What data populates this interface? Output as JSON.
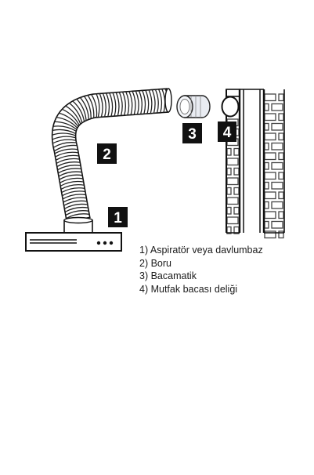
{
  "numbers": {
    "hood": "1",
    "pipe": "2",
    "valve": "3",
    "hole": "4"
  },
  "legend": {
    "items": [
      "1) Aspiratör veya davlumbaz",
      "2) Boru",
      "3) Bacamatik",
      "4) Mutfak bacası deliği"
    ]
  },
  "colors": {
    "ink": "#111111",
    "label_bg": "#111111",
    "label_text": "#ffffff",
    "brick_line": "#555555",
    "pipe_fill": "#ffffff"
  }
}
